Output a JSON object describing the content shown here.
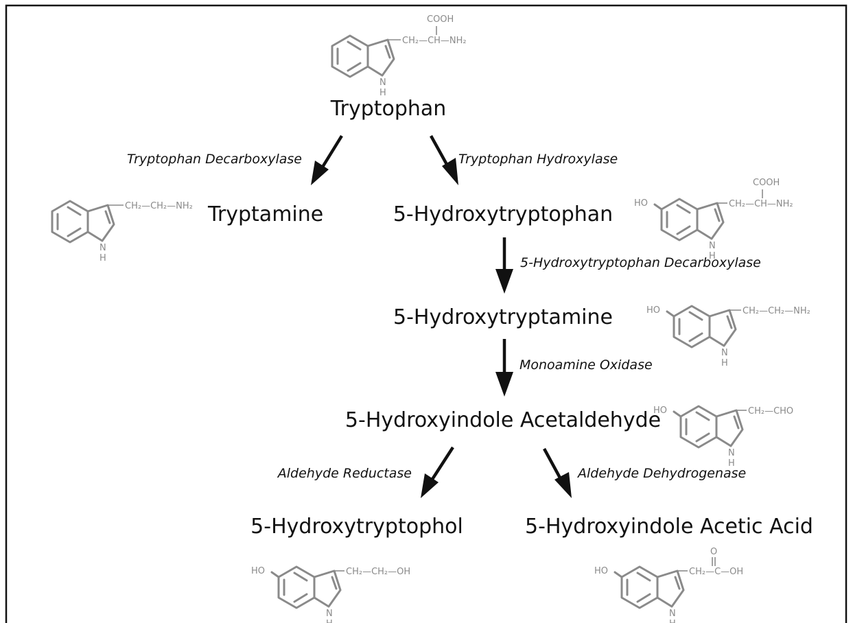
{
  "compounds": {
    "tryptophan": "Tryptophan",
    "tryptamine": "Tryptamine",
    "hydroxytryptophan": "5-Hydroxytryptophan",
    "hydroxytryptamine": "5-Hydroxytryptamine",
    "acetaldehyde": "5-Hydroxyindole Acetaldehyde",
    "tryptophol": "5-Hydroxytryptophol",
    "acetic_acid": "5-Hydroxyindole Acetic Acid"
  },
  "enzymes": {
    "decarboxylase": "Tryptophan Decarboxylase",
    "hydroxylase": "Tryptophan Hydroxylase",
    "htp_decarboxylase": "5-Hydroxytryptophan Decarboxylase",
    "mao": "Monoamine Oxidase",
    "reductase": "Aldehyde Reductase",
    "dehydrogenase": "Aldehyde Dehydrogenase"
  },
  "structures": {
    "tryptophan": {
      "chain": "CH₂—CH—NH₂",
      "top": "COOH",
      "nh": "N",
      "h": "H"
    },
    "tryptamine": {
      "chain": "CH₂—CH₂—NH₂",
      "nh": "N",
      "h": "H"
    },
    "hydroxytryptophan": {
      "oh": "HO",
      "chain": "CH₂—CH—NH₂",
      "top": "COOH",
      "nh": "N",
      "h": "H"
    },
    "hydroxytryptamine": {
      "oh": "HO",
      "chain": "CH₂—CH₂—NH₂",
      "nh": "N",
      "h": "H"
    },
    "acetaldehyde": {
      "oh": "HO",
      "chain": "CH₂—CHO",
      "nh": "N",
      "h": "H"
    },
    "tryptophol": {
      "oh": "HO",
      "chain": "CH₂—CH₂—OH",
      "nh": "N",
      "h": "H"
    },
    "acetic_acid": {
      "oh": "HO",
      "chain": "CH₂—C—OH",
      "top": "O",
      "nh": "N",
      "h": "H"
    }
  }
}
